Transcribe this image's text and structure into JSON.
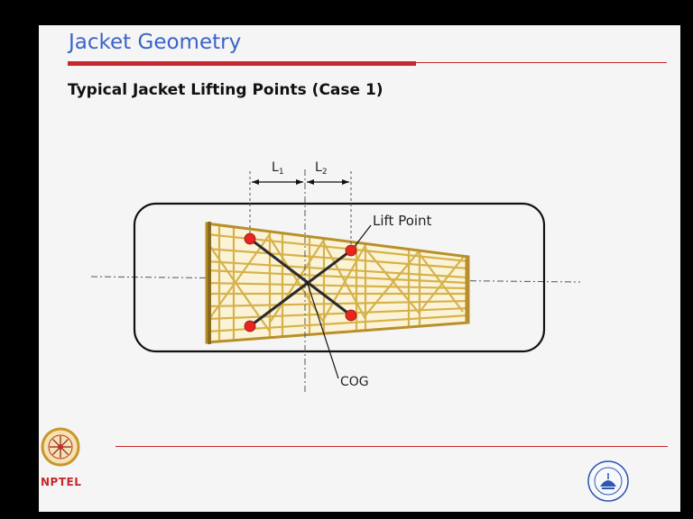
{
  "slide": {
    "title": "Jacket Geometry",
    "subtitle": "Typical Jacket Lifting Points (Case 1)"
  },
  "diagram": {
    "dim_l1_base": "L",
    "dim_l1_sub": "1",
    "dim_l2_base": "L",
    "dim_l2_sub": "2",
    "lift_point_label": "Lift Point",
    "cog_label": "COG",
    "lift_point_count": 4,
    "colors": {
      "lift_point": "#e8251f",
      "frame": "#d6b24a",
      "frame_dark": "#8a6a1c",
      "sling": "#2b2b2b"
    }
  },
  "footer": {
    "logo_text": "NPTEL",
    "seal_icon": "institute-seal-icon",
    "logo_icon": "nptel-logo-icon"
  }
}
